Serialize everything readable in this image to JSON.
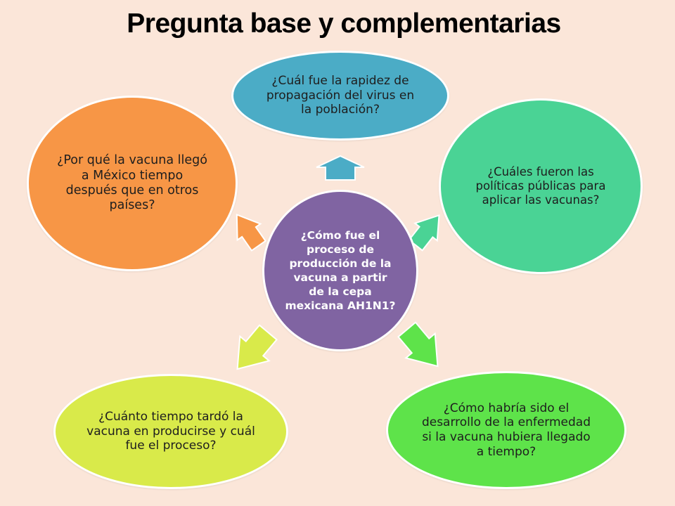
{
  "title": "Pregunta base y complementarias",
  "nodes": {
    "center": {
      "text": "¿Cómo fue el proceso de producción de la vacuna a partir de la cepa mexicana AH1N1?",
      "color": "#8064a2"
    },
    "top": {
      "text": "¿Cuál fue la rapidez de propagación del virus en la población?",
      "color": "#4bacc6"
    },
    "left": {
      "text": "¿Por qué la vacuna llegó a México tiempo después que en otros países?",
      "color": "#f79646"
    },
    "right": {
      "text": "¿Cuáles fueron las políticas públicas para aplicar las vacunas?",
      "color": "#4ad395"
    },
    "bottom_left": {
      "text": "¿Cuánto tiempo tardó la vacuna en producirse y cuál fue el proceso?",
      "color": "#d9ea4a"
    },
    "bottom_right": {
      "text": "¿Cómo habría sido el desarrollo de la enfermedad si la vacuna hubiera llegado a tiempo?",
      "color": "#5ee34a"
    }
  },
  "background_color": "#fbe6d9"
}
